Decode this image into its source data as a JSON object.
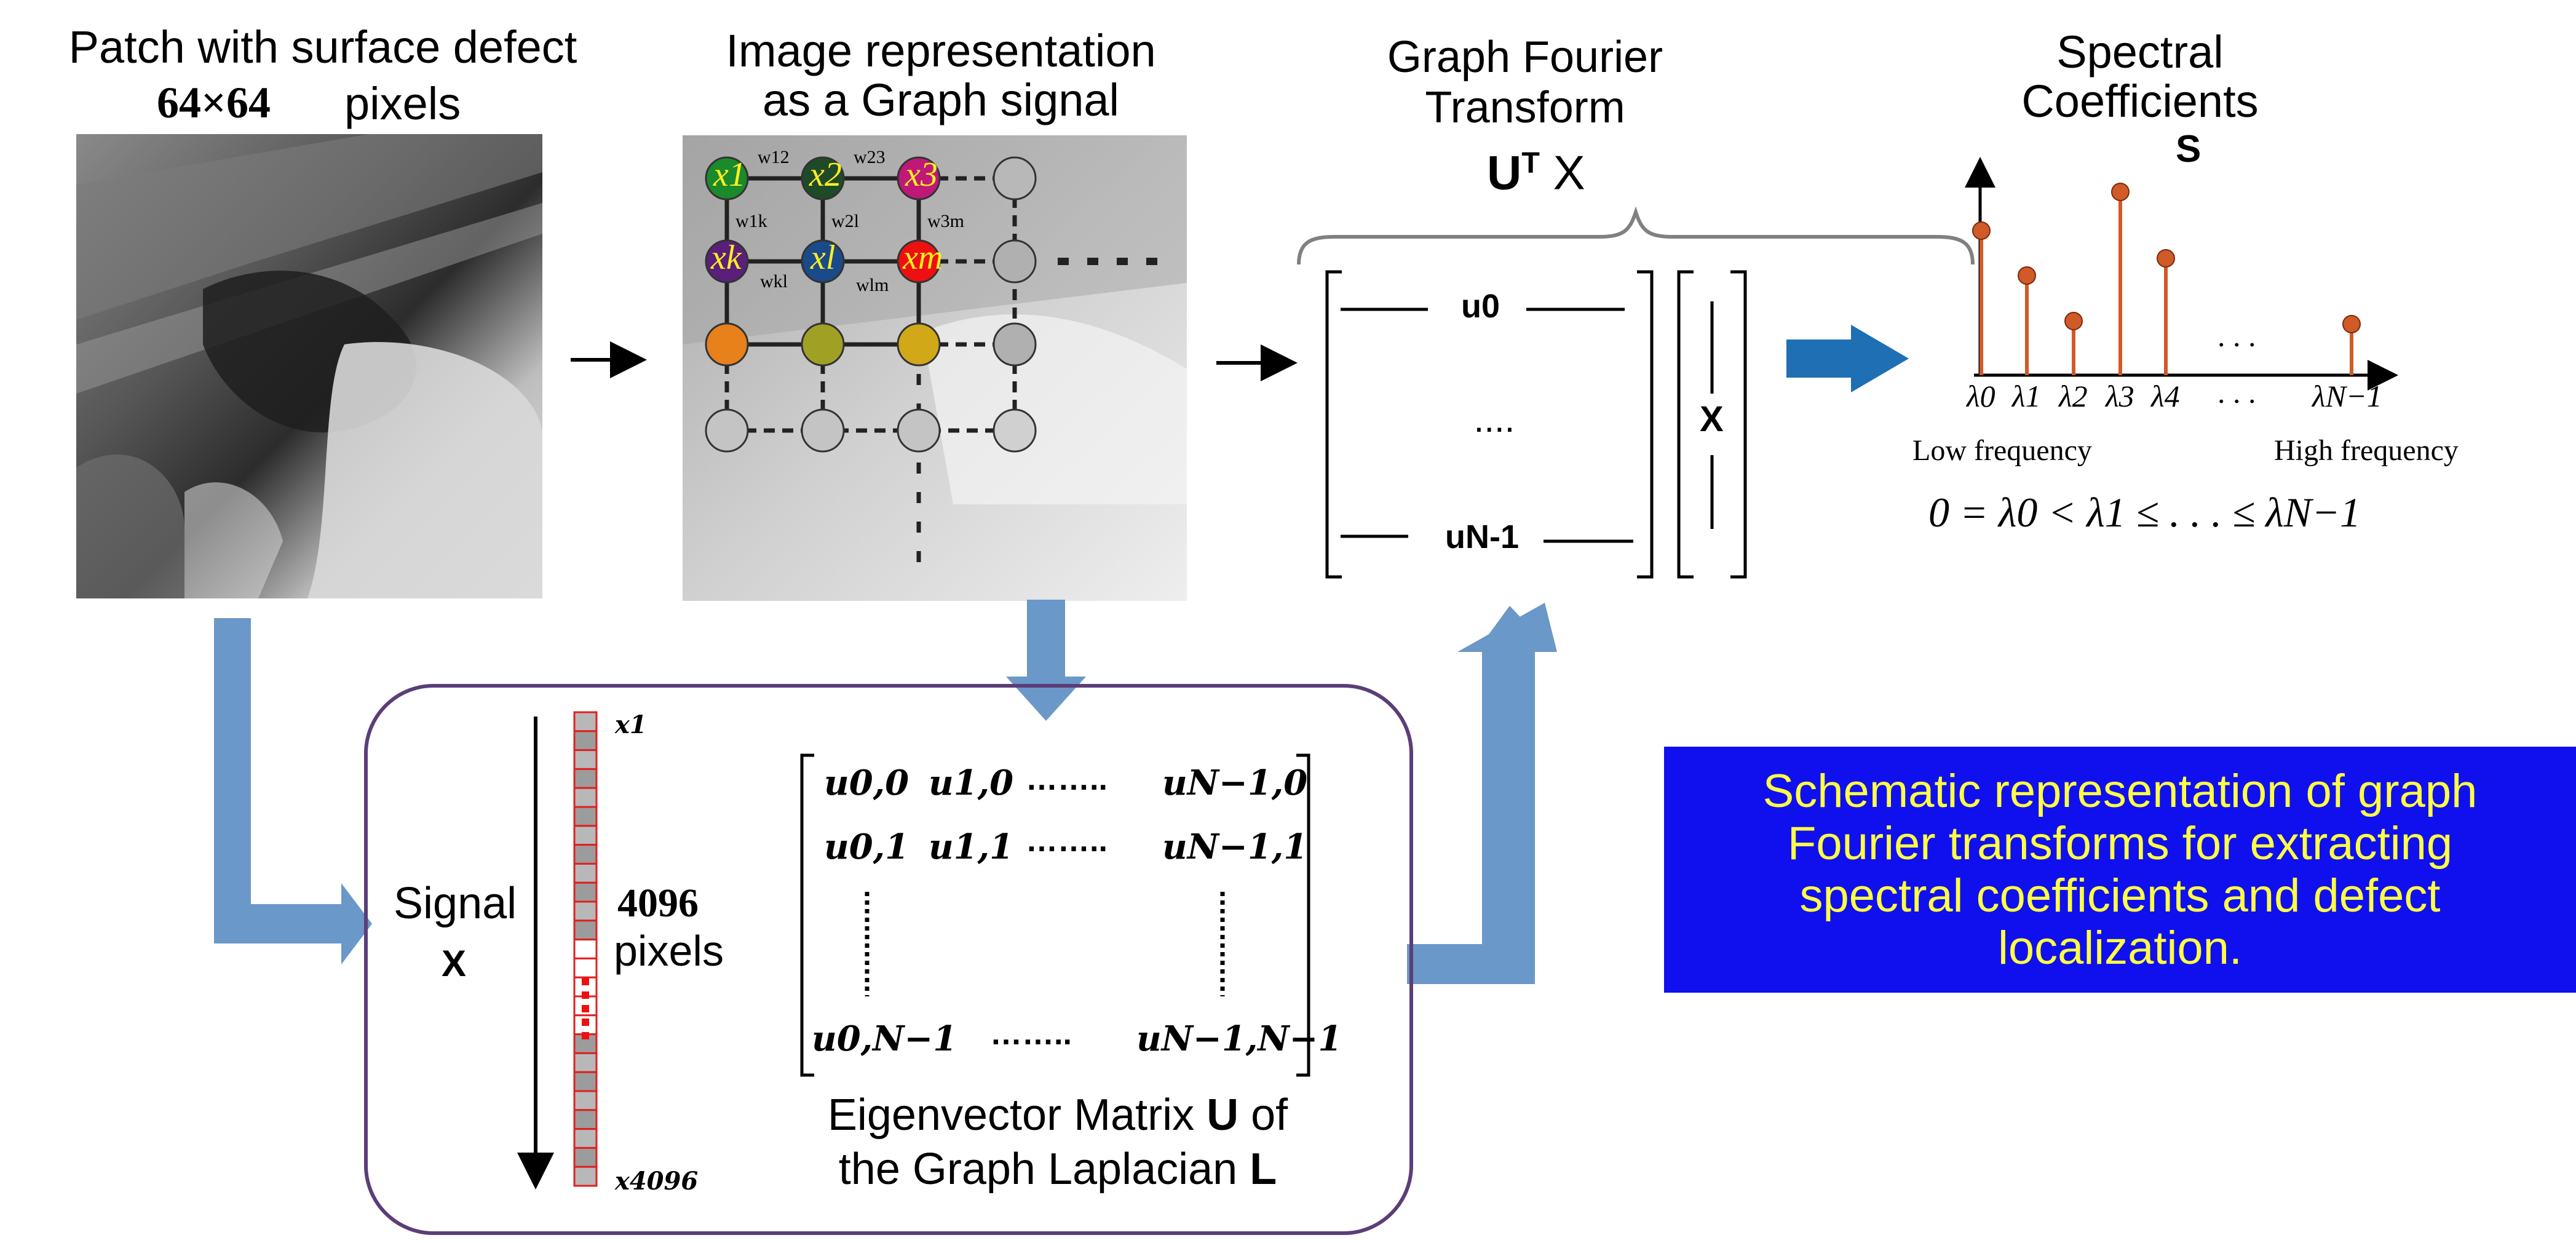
{
  "patch": {
    "title": "Patch with surface defect",
    "size": "64×64",
    "unit": "pixels"
  },
  "graph": {
    "title_line1": "Image representation",
    "title_line2": "as a Graph signal",
    "nodes": [
      "x1",
      "x2",
      "x3",
      "xk",
      "xl",
      "xm"
    ],
    "weights": [
      "w12",
      "w23",
      "w1k",
      "w2l",
      "w3m",
      "wkl",
      "wlm"
    ]
  },
  "gft": {
    "title_line1": "Graph Fourier",
    "title_line2": "Transform",
    "formula_base": "U",
    "formula_sup": "T",
    "formula_x": "X",
    "row_first": "u0",
    "row_dots": "....",
    "row_last": "uN-1",
    "vector": "X"
  },
  "spectral": {
    "title_line1": "Spectral",
    "title_line2": "Coefficients",
    "symbol": "S",
    "lambdas": [
      "λ0",
      "λ1",
      "λ2",
      "λ3",
      "λ4",
      "λN−1"
    ],
    "ellipsis": ". . .",
    "low": "Low frequency",
    "high": "High frequency",
    "relation": "0 = λ0 < λ1 ≤ . . . ≤ λN−1"
  },
  "signal": {
    "label": "Signal",
    "symbol": "X",
    "count": "4096",
    "unit": "pixels",
    "top": "x1",
    "bottom": "x4096"
  },
  "matrix": {
    "r1": [
      "u0,0",
      "u1,0",
      "……..",
      "uN−1,0"
    ],
    "r2": [
      "u0,1",
      "u1,1",
      "……..",
      "uN−1,1"
    ],
    "r3": [
      "u0,N−1",
      "……..",
      "uN−1,N−1"
    ],
    "caption_line1_pre": "Eigenvector Matrix ",
    "caption_line1_bold": "U",
    "caption_line1_post": " of",
    "caption_line2_pre": "the Graph Laplacian ",
    "caption_line2_bold": "L"
  },
  "callout": {
    "text": "Schematic representation of graph Fourier transforms for extracting spectral coefficients and defect localization.",
    "bg": "#1010ee",
    "color": "#ffff44"
  },
  "colors": {
    "arrow_blue": "#6a98c8",
    "box_border": "#5c3d7a",
    "stem": "#d05a28"
  }
}
